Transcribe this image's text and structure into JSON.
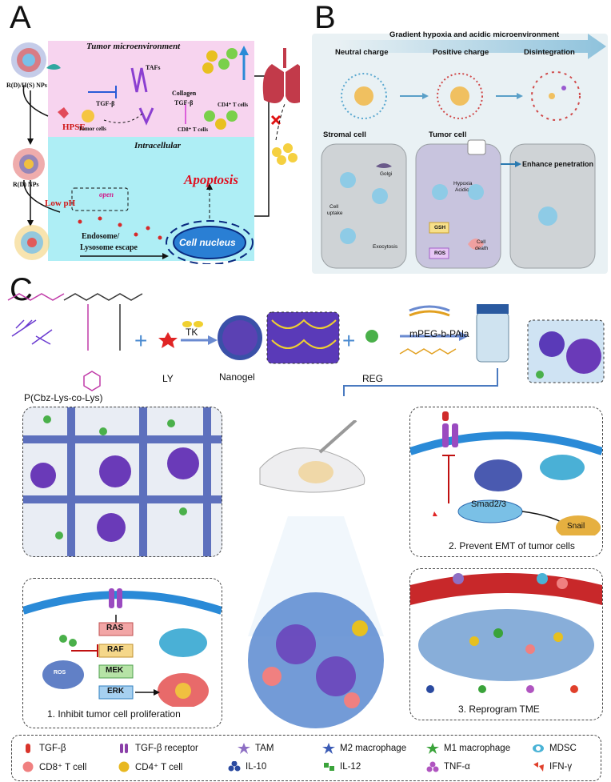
{
  "panels": {
    "A": {
      "letter": "A",
      "np_label_1": "R(D)/H(S) NPs",
      "hpse": "HPSE",
      "tme_title": "Tumor microenvironment",
      "tafs": "TAFs",
      "tgfb_1": "TGF-β",
      "tgfb_2": "TGF-β",
      "collagen": "Collagen",
      "tumor_cells": "Tumor cells",
      "cd4": "CD4⁺ T cells",
      "cd8": "CD8⁺ T cells",
      "intracellular_title": "Intracellular",
      "np_label_2": "R(D) NPs",
      "low_ph": "Low pH",
      "open": "open",
      "apoptosis": "Apoptosis",
      "endosome": "Endosome/",
      "lysosome": "Lysosome escape",
      "nucleus": "Cell nucleus"
    },
    "B": {
      "letter": "B",
      "gradient": "Gradient hypoxia and acidic microenvironment",
      "neutral": "Neutral charge",
      "positive": "Positive charge",
      "disintegration": "Disintegration",
      "stromal": "Stromal cell",
      "tumor": "Tumor cell",
      "golgi": "Golgi",
      "cell_uptake_1": "Cell",
      "cell_uptake_2": "uptake",
      "exocytosis": "Exocytosis",
      "hypoxia": "Hypoxia",
      "acidic": "Acidic",
      "enhance": "Enhance penetration",
      "gsh": "GSH",
      "ros": "ROS",
      "cell_death_1": "Cell",
      "cell_death_2": "death"
    },
    "C": {
      "letter": "C",
      "polymer": "P(Cbz-Lys-co-Lys)",
      "ly": "LY",
      "tk": "TK",
      "nanogel": "Nanogel",
      "reg": "REG",
      "mpeg": "mPEG-b-PAla",
      "step1": "1. Inhibit tumor cell proliferation",
      "step2": "2. Prevent EMT of tumor cells",
      "step3": "3. Reprogram TME",
      "smad": "Smad2/3",
      "snail": "Snail",
      "ras": "RAS",
      "raf": "RAF",
      "mek": "MEK",
      "erk": "ERK",
      "ros": "ROS"
    }
  },
  "legend": [
    {
      "label": "TGF-β",
      "icon": "tgfb-icon",
      "color": "#d9342b"
    },
    {
      "label": "TGF-β receptor",
      "icon": "receptor-icon",
      "color": "#8a3fa8"
    },
    {
      "label": "TAM",
      "icon": "tam-icon",
      "color": "#8e6fc4"
    },
    {
      "label": "M2 macrophage",
      "icon": "m2-icon",
      "color": "#3b5bb5"
    },
    {
      "label": "M1 macrophage",
      "icon": "m1-icon",
      "color": "#3aa33a"
    },
    {
      "label": "MDSC",
      "icon": "mdsc-icon",
      "color": "#4ab3d6"
    },
    {
      "label": "CD8⁺ T cell",
      "icon": "cd8-icon",
      "color": "#f08080"
    },
    {
      "label": "CD4⁺ T cell",
      "icon": "cd4-icon",
      "color": "#e8b820"
    },
    {
      "label": "IL-10",
      "icon": "il10-icon",
      "color": "#2a4aa0"
    },
    {
      "label": "IL-12",
      "icon": "il12-icon",
      "color": "#3aa33a"
    },
    {
      "label": "TNF-α",
      "icon": "tnfa-icon",
      "color": "#b055c0"
    },
    {
      "label": "IFN-γ",
      "icon": "ifng-icon",
      "color": "#e0402b"
    }
  ]
}
